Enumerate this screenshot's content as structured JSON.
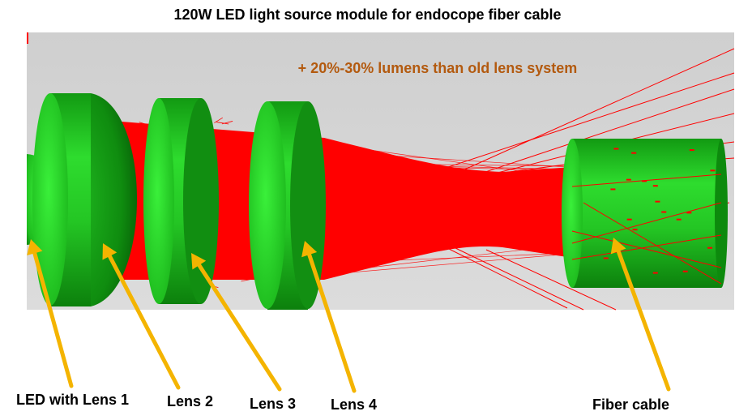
{
  "title": "120W LED light source module for endocope fiber cable",
  "subtitle": "+ 20%-30% lumens than old  lens system",
  "labels": {
    "led_lens1": "LED with Lens 1",
    "lens2": "Lens 2",
    "lens3": "Lens 3",
    "lens4": "Lens 4",
    "fiber": "Fiber cable"
  },
  "colors": {
    "background_panel": "#d4d4d4",
    "rays": "#ff0000",
    "lens_green": "#22cc22",
    "arrow": "#f4b400",
    "subtitle": "#b35a0f"
  }
}
